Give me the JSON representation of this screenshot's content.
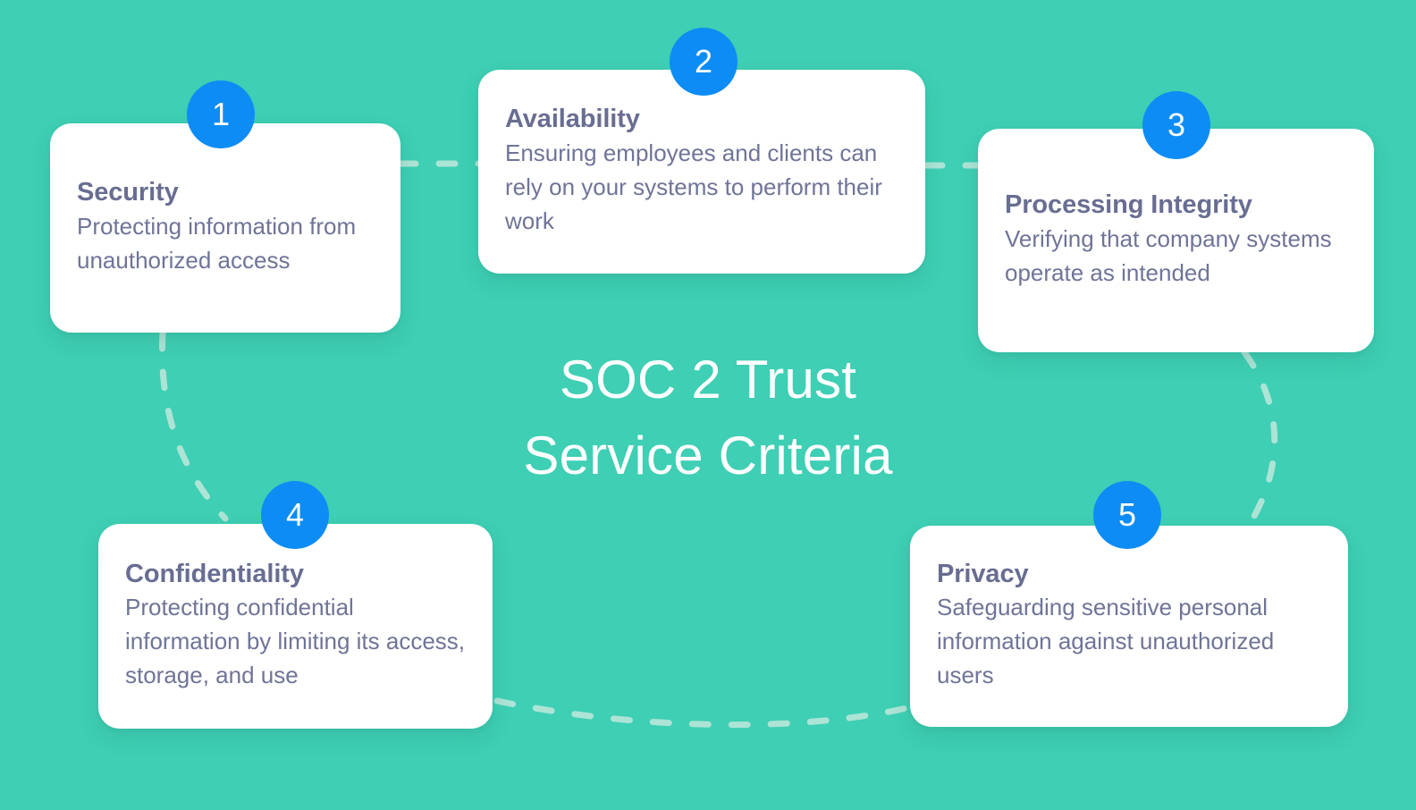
{
  "theme": {
    "background_color": "#3ecfb4",
    "card_color": "#ffffff",
    "badge_color": "#0d8cf5",
    "title_color": "#ffffff",
    "card_title_color": "#686d92",
    "card_text_color": "#6f7498",
    "connector_color": "#bfe8dc"
  },
  "center": {
    "title": "SOC 2 Trust\nService Criteria",
    "title_line_1": "SOC 2 Trust",
    "title_line_2": "Service Criteria"
  },
  "criteria": [
    {
      "number": "1",
      "title": "Security",
      "description": "Protecting information from unauthorized access"
    },
    {
      "number": "2",
      "title": "Availability",
      "description": "Ensuring employees and clients can rely on your systems to perform their work"
    },
    {
      "number": "3",
      "title": "Processing Integrity",
      "description": "Verifying that company systems operate as intended"
    },
    {
      "number": "4",
      "title": "Confidentiality",
      "description": "Protecting confidential information by limiting its access, storage, and use"
    },
    {
      "number": "5",
      "title": "Privacy",
      "description": "Safeguarding sensitive personal information against unauthorized users"
    }
  ]
}
